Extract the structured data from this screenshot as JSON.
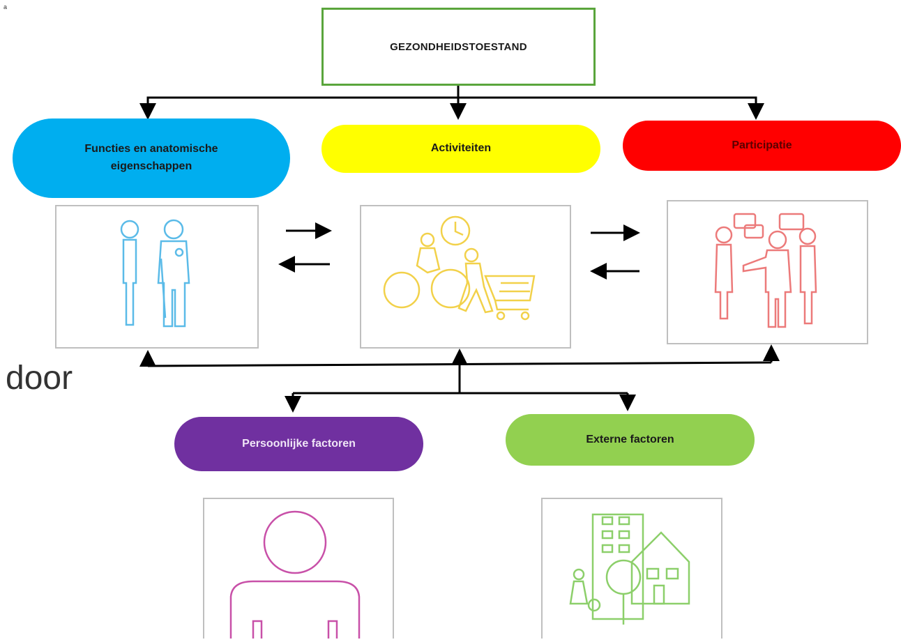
{
  "corner_mark": "a",
  "health_condition": "GEZONDHEIDSTOESTAND",
  "functions_line1": "Functies en anatomische",
  "functions_line2": "eigenschappen",
  "activities": "Activiteiten",
  "participation": "Participatie",
  "personal_factors": "Persoonlijke factoren",
  "external_factors": "Externe factoren",
  "side_text": "door",
  "colors": {
    "health_border": "#5aa53c",
    "functions": "#00aeef",
    "activities": "#ffff00",
    "participation": "#ff0000",
    "personal": "#7030a0",
    "external": "#92d050"
  }
}
